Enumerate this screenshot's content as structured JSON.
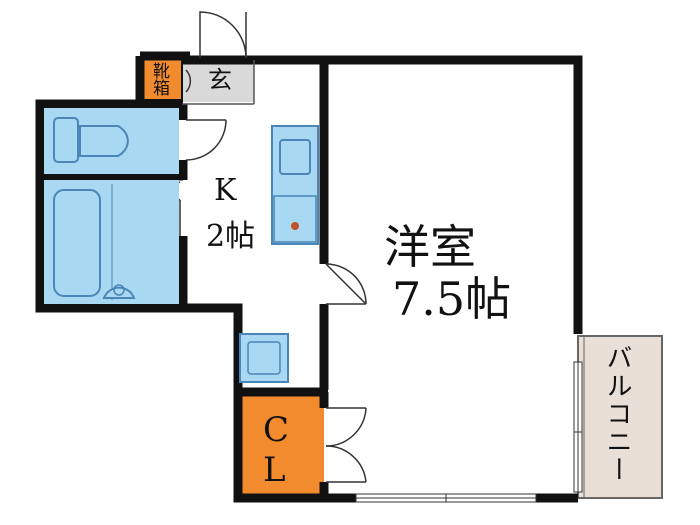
{
  "rooms": {
    "western": {
      "name": "洋室",
      "size": "7.5帖"
    },
    "kitchen": {
      "name": "K",
      "size": "2帖"
    },
    "closet": {
      "name": "CL"
    },
    "entrance": {
      "name": "玄"
    },
    "shoe_box": {
      "name": "靴箱"
    },
    "balcony": {
      "name": "バルコニー"
    }
  },
  "colors": {
    "wall": "#111111",
    "fixture": "#a9d8f2",
    "fixture_border": "#4a86b8",
    "closet": "#f28b2e",
    "shoe_box": "#f28b2e",
    "entrance": "#d9d9d9",
    "balcony": "#e9dfd6"
  }
}
